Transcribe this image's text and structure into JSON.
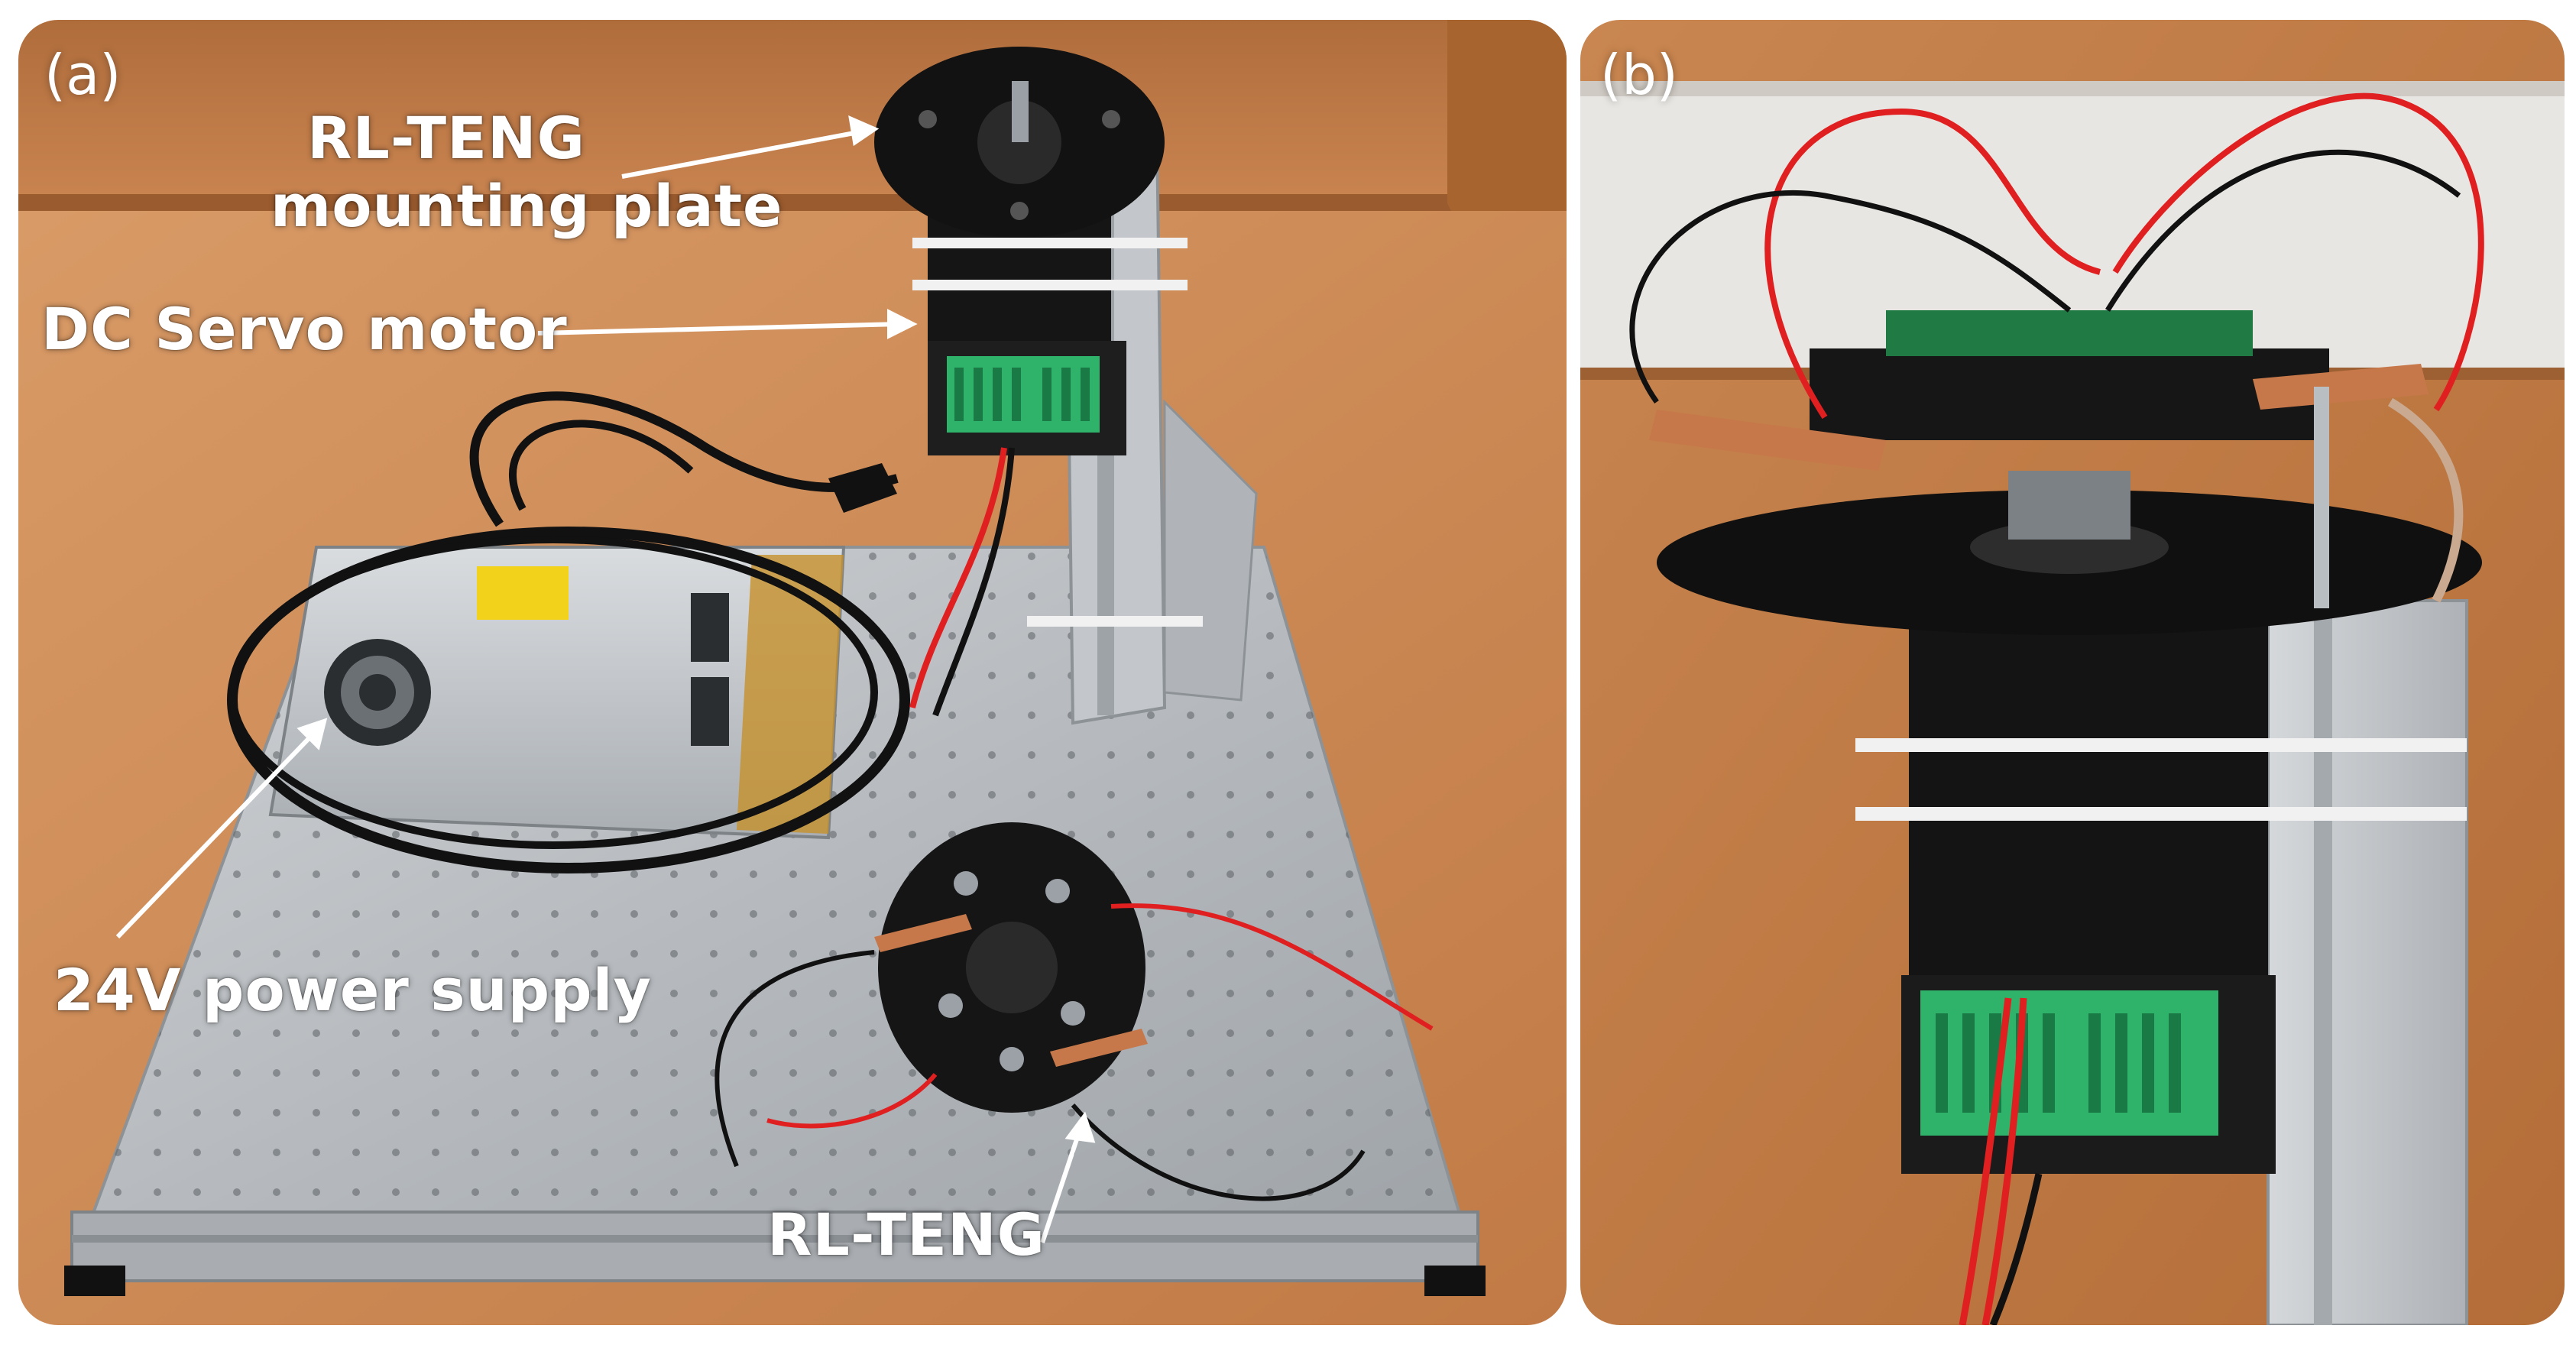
{
  "panels": [
    {
      "label": "(a)"
    },
    {
      "label": "(b)"
    }
  ],
  "annotations": {
    "mounting_plate_line1": "RL-TENG",
    "mounting_plate_line2": "mounting plate",
    "servo_motor": "DC Servo motor",
    "power_supply": "24V power supply",
    "rl_teng": "RL-TENG"
  },
  "colors": {
    "wood": "#c98a55",
    "aluminium": "#b9bcbf",
    "black_part": "#1b1b1b",
    "terminal_green": "#2fb36a",
    "copper": "#c7784a",
    "wire_red": "#e02020",
    "annotation_text": "#ffffff"
  }
}
